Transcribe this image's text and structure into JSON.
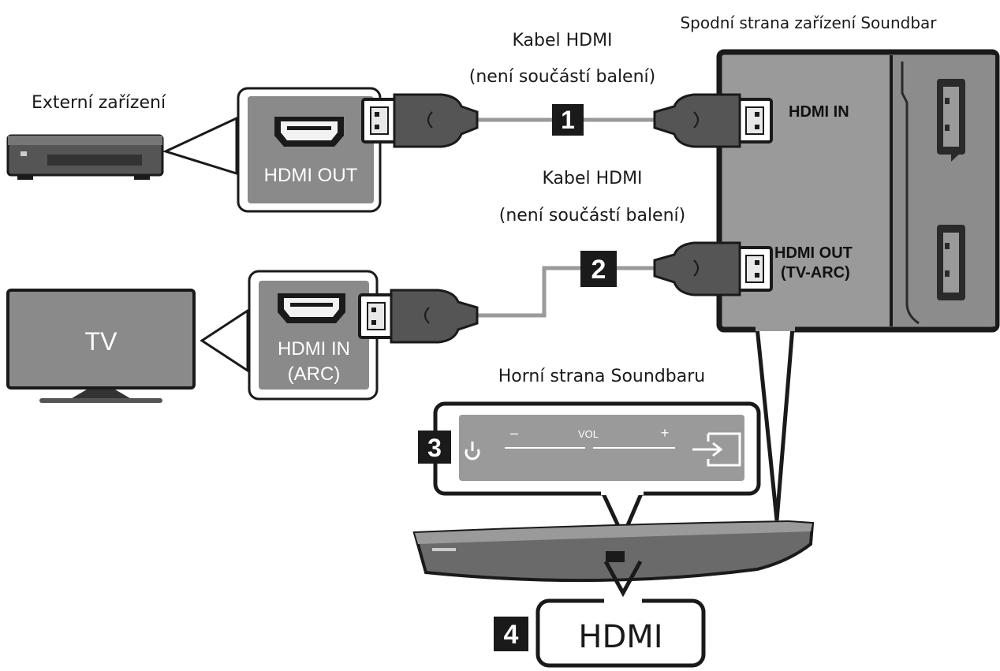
{
  "external_device": {
    "label": "Externí zařízení"
  },
  "tv": {
    "label": "TV"
  },
  "ports": {
    "external_hdmi_out": "HDMI OUT",
    "tv_hdmi_in_line1": "HDMI IN",
    "tv_hdmi_in_line2": "(ARC)"
  },
  "cables": {
    "cable1_line1": "Kabel HDMI",
    "cable1_line2": "(není součástí balení)",
    "cable2_line1": "Kabel HDMI",
    "cable2_line2": "(není součástí balení)"
  },
  "soundbar_bottom": {
    "title": "Spodní strana zařízení Soundbar",
    "hdmi_in": "HDMI IN",
    "hdmi_out_line1": "HDMI OUT",
    "hdmi_out_line2": "(TV-ARC)"
  },
  "soundbar_top": {
    "title": "Horní strana Soundbaru",
    "vol_minus": "–",
    "vol_label": "VOL",
    "vol_plus": "+"
  },
  "display": {
    "text": "HDMI"
  },
  "steps": [
    "1",
    "2",
    "3",
    "4"
  ]
}
